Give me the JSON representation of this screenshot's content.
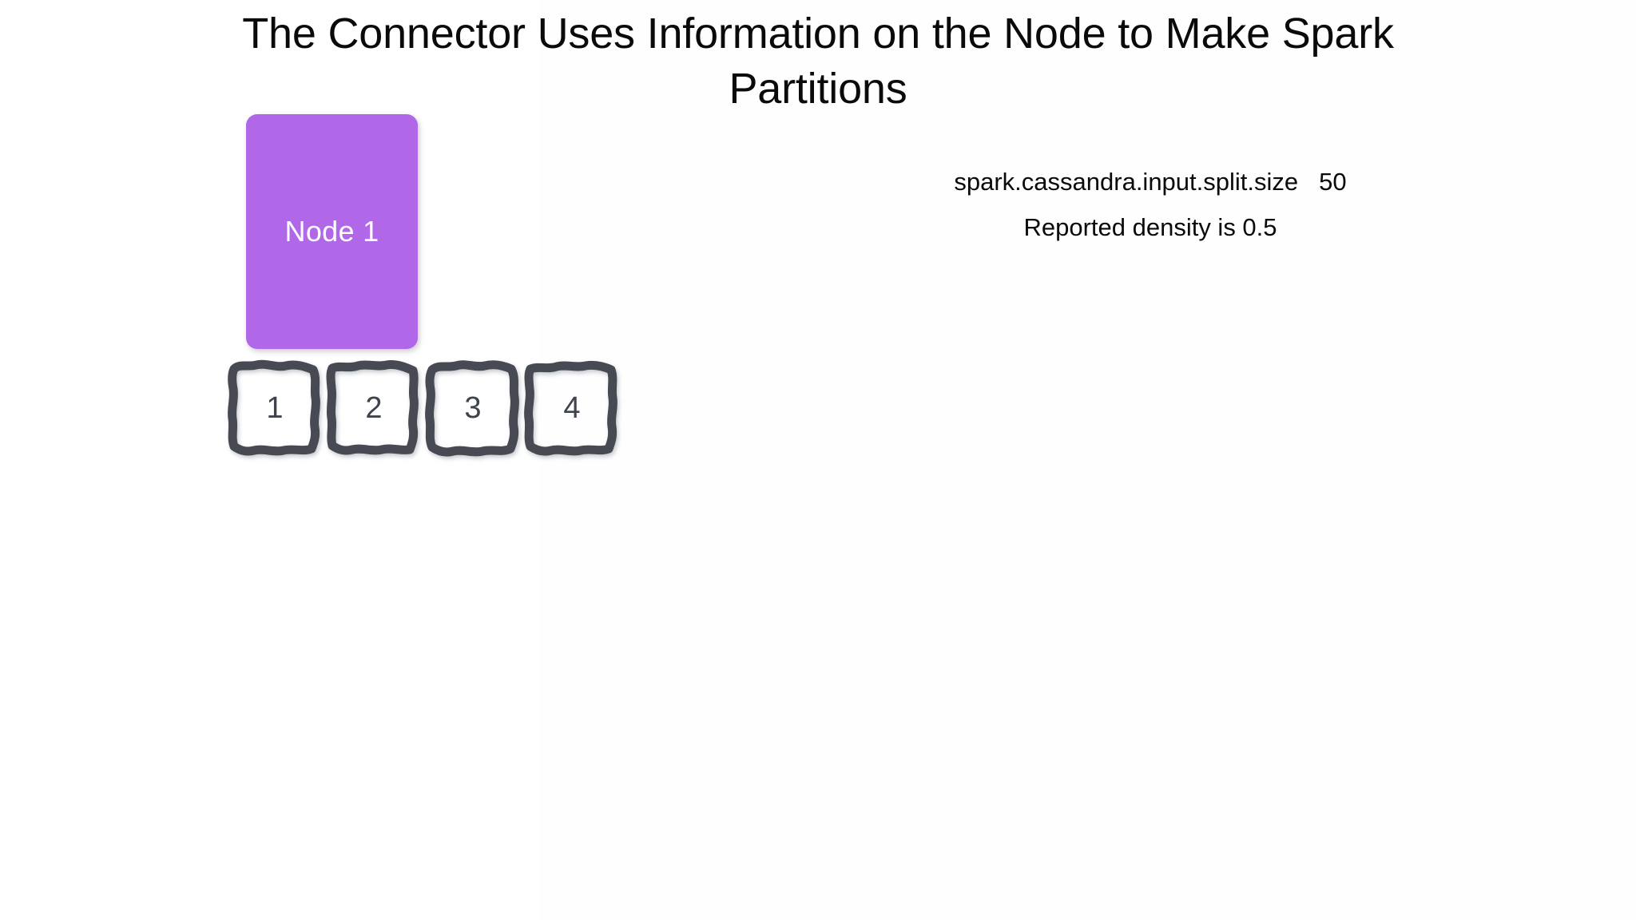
{
  "slide": {
    "title": "The Connector Uses Information on the Node to Make Spark Partitions",
    "background_color": "#ffffff"
  },
  "node": {
    "label": "Node 1",
    "fill_color": "#b067e8",
    "text_color": "#ffffff"
  },
  "partitions": {
    "border_color": "#464a52",
    "fill_color": "#ffffff",
    "text_color": "#3f434b",
    "items": [
      {
        "label": "1"
      },
      {
        "label": "2"
      },
      {
        "label": "3"
      },
      {
        "label": "4"
      }
    ]
  },
  "config": {
    "split_size_key": "spark.cassandra.input.split.size",
    "split_size_value": "50",
    "density_line": "Reported density is 0.5"
  }
}
